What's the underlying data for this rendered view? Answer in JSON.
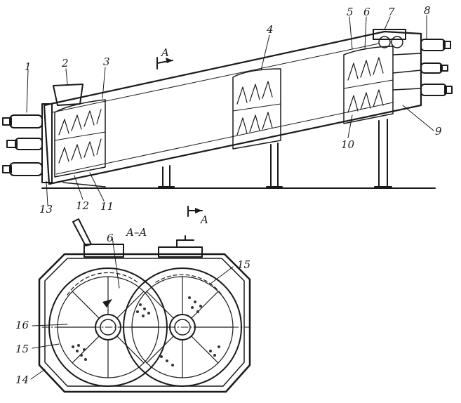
{
  "figure": {
    "top_view_labels": [
      "1",
      "2",
      "3",
      "4",
      "5",
      "6",
      "7",
      "8",
      "9",
      "10",
      "11",
      "12",
      "13"
    ],
    "section_marker": "A",
    "section_title": "A–A",
    "section_labels": [
      "6",
      "15",
      "16",
      "15",
      "14"
    ]
  }
}
